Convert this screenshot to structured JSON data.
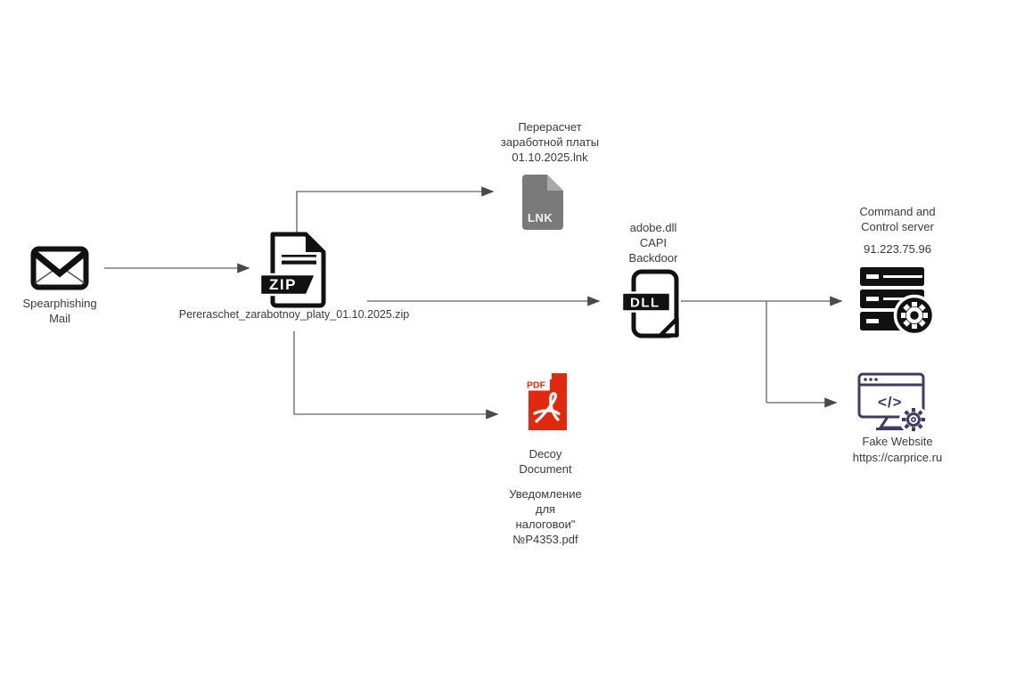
{
  "diagram": {
    "title": "Spearphishing attack chain",
    "colors": {
      "background": "#ffffff",
      "arrow_line": "#7d7d7d",
      "arrow_head": "#4a4a4a",
      "text": "#3a3a3a",
      "icon_black": "#111111",
      "lnk_gray": "#7a7a7a",
      "lnk_fold_gray": "#a9a9a9",
      "pdf_red": "#e1290f",
      "website_navy": "#3d3d63"
    },
    "nodes": {
      "mail": {
        "label": "Spearphishing\nMail"
      },
      "zip": {
        "badge": "ZIP",
        "label": "Pereraschet_zarabotnoy_platy_01.10.2025.zip"
      },
      "lnk": {
        "badge": "LNK",
        "label": "Перерасчет\nзаработной платы\n01.10.2025.lnk"
      },
      "dll": {
        "badge": "DLL",
        "label": "adobe.dll\nCAPI\nBackdoor"
      },
      "pdf": {
        "badge": "PDF",
        "label": "Decoy\nDocument",
        "sublabel": "Уведомление\nдля\nналоговои\"\n№P4353.pdf"
      },
      "c2": {
        "label": "Command and\nControl server",
        "ip": "91.223.75.96"
      },
      "fake_site": {
        "code_glyph": "</>",
        "label": "Fake Website",
        "url": "https://carprice.ru"
      }
    }
  }
}
